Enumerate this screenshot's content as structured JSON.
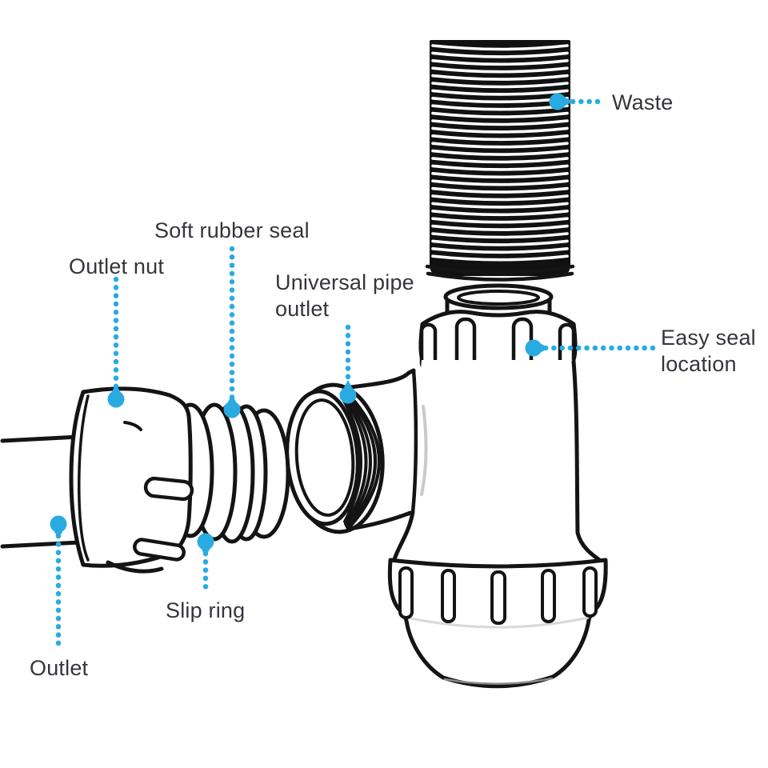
{
  "diagram": {
    "labels": {
      "waste": "Waste",
      "soft_rubber_seal": "Soft rubber seal",
      "outlet_nut": "Outlet nut",
      "universal_pipe_outlet": "Universal pipe outlet",
      "easy_seal_location": "Easy seal location",
      "slip_ring": "Slip ring",
      "outlet": "Outlet"
    },
    "colors": {
      "accent": "#29ABE2",
      "line": "#141414",
      "text": "#35353F",
      "background": "#FFFFFF"
    }
  }
}
